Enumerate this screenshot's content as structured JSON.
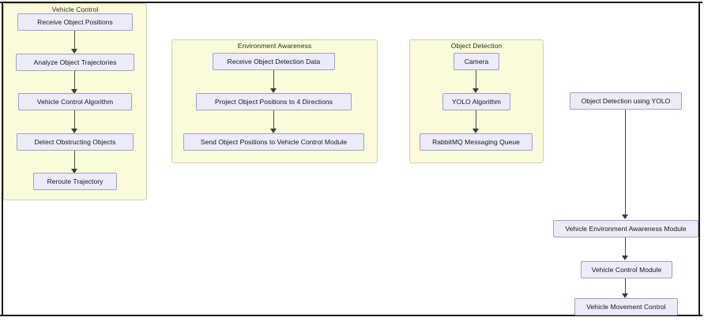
{
  "diagram": {
    "title_visible": false,
    "background": "#ffffff",
    "frame_color": "#1b1b1b",
    "group_fill": "#fbfbdb",
    "group_stroke": "#cfcfa8",
    "node_fill": "#ececf9",
    "node_stroke": "#9e9ed0",
    "edge_color": "#4a4a4a"
  },
  "groups": [
    {
      "id": "vehicle-control",
      "label": "Vehicle Control",
      "nodes": [
        {
          "id": "receive-object-positions",
          "label": "Receive Object Positions"
        },
        {
          "id": "analyze-object-trajectories",
          "label": "Analyze Object Trajectories"
        },
        {
          "id": "vehicle-control-algorithm",
          "label": "Vehicle Control Algorithm"
        },
        {
          "id": "detect-obstructing-objects",
          "label": "Detect Obstructing Objects"
        },
        {
          "id": "reroute-trajectory",
          "label": "Reroute Trajectory"
        }
      ]
    },
    {
      "id": "environment-awareness",
      "label": "Environment Awareness",
      "nodes": [
        {
          "id": "receive-object-detection-data",
          "label": "Receive Object Detection Data"
        },
        {
          "id": "project-object-positions",
          "label": "Project Object Positions to 4 Directions"
        },
        {
          "id": "send-object-positions",
          "label": "Send Object Positions to Vehicle Control Module"
        }
      ]
    },
    {
      "id": "object-detection",
      "label": "Object Detection",
      "nodes": [
        {
          "id": "camera",
          "label": "Camera"
        },
        {
          "id": "yolo-algorithm",
          "label": "YOLO Algorithm"
        },
        {
          "id": "rabbitmq-messaging-queue",
          "label": "RabbitMQ Messaging Queue"
        }
      ]
    }
  ],
  "pipeline": {
    "id": "system-pipeline",
    "nodes": [
      {
        "id": "object-detection-using-yolo",
        "label": "Object Detection using YOLO"
      },
      {
        "id": "vehicle-environment-awareness-module",
        "label": "Vehicle Environment Awareness Module"
      },
      {
        "id": "vehicle-control-module",
        "label": "Vehicle Control Module"
      },
      {
        "id": "vehicle-movement-control",
        "label": "Vehicle Movement Control"
      }
    ]
  }
}
